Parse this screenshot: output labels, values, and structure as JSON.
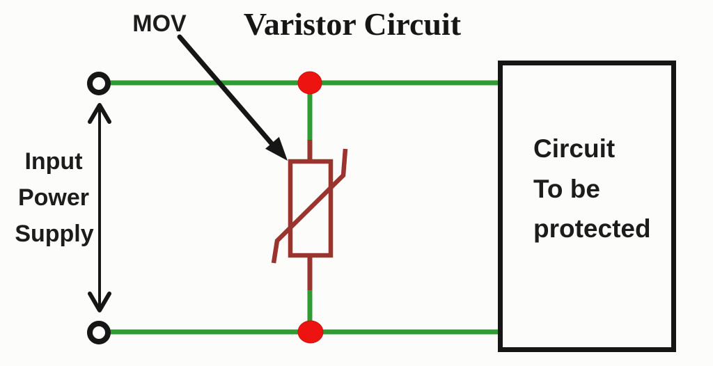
{
  "title": "Varistor Circuit",
  "labels": {
    "component": "MOV",
    "input_supply": {
      "lines": [
        "Input",
        "Power",
        "Supply"
      ]
    },
    "protected_box": {
      "lines": [
        "Circuit",
        "To be",
        "protected"
      ]
    }
  },
  "colors": {
    "background": "#FCFCFA",
    "wire_green": "#2E9C33",
    "junction_red": "#ED1310",
    "varistor_red": "#9A342E",
    "ink_black": "#161616"
  }
}
